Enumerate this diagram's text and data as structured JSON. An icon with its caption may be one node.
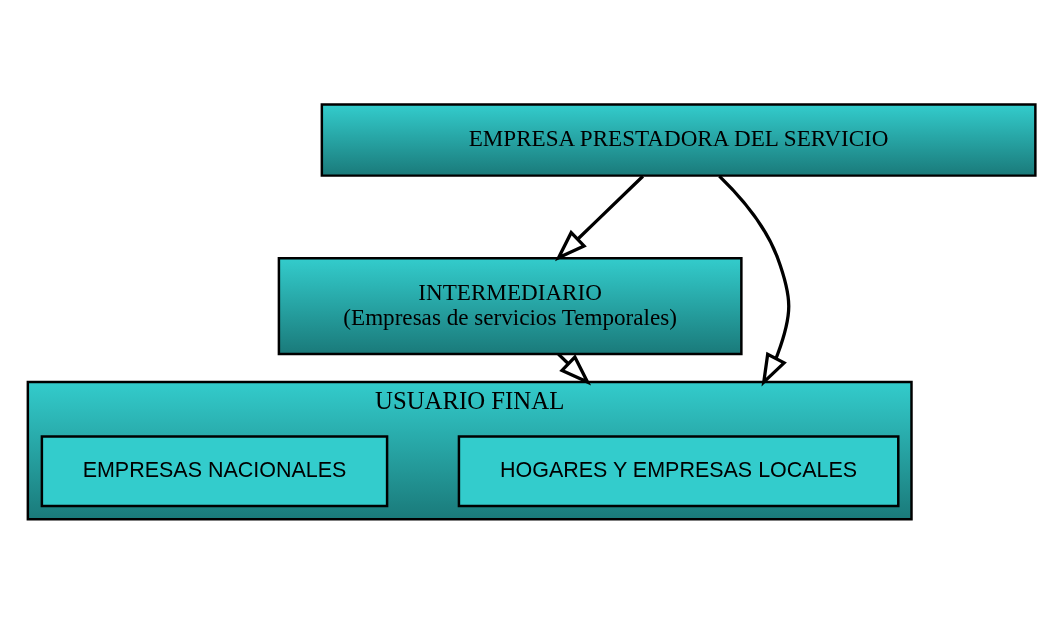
{
  "diagram": {
    "nodes": [
      {
        "text": [
          "EMPRESA PRESTADORA DEL SERVICIO"
        ]
      },
      {
        "text": [
          "INTERMEDIARIO",
          "(Empresas de servicios Temporales)"
        ]
      },
      {
        "text": [
          "USUARIO FINAL"
        ]
      },
      {
        "text": [
          "HOGARES Y EMPRESAS LOCALES"
        ],
        "in": 2
      },
      {
        "text": [
          "EMPRESAS NACIONALES"
        ],
        "in": 2
      }
    ],
    "edges": [
      {
        "from": 0,
        "to": 2,
        "arrow": "to"
      },
      {
        "from": 0,
        "to": 1,
        "arrow": "to"
      },
      {
        "from": 1,
        "to": 2,
        "arrow": "to"
      }
    ]
  }
}
